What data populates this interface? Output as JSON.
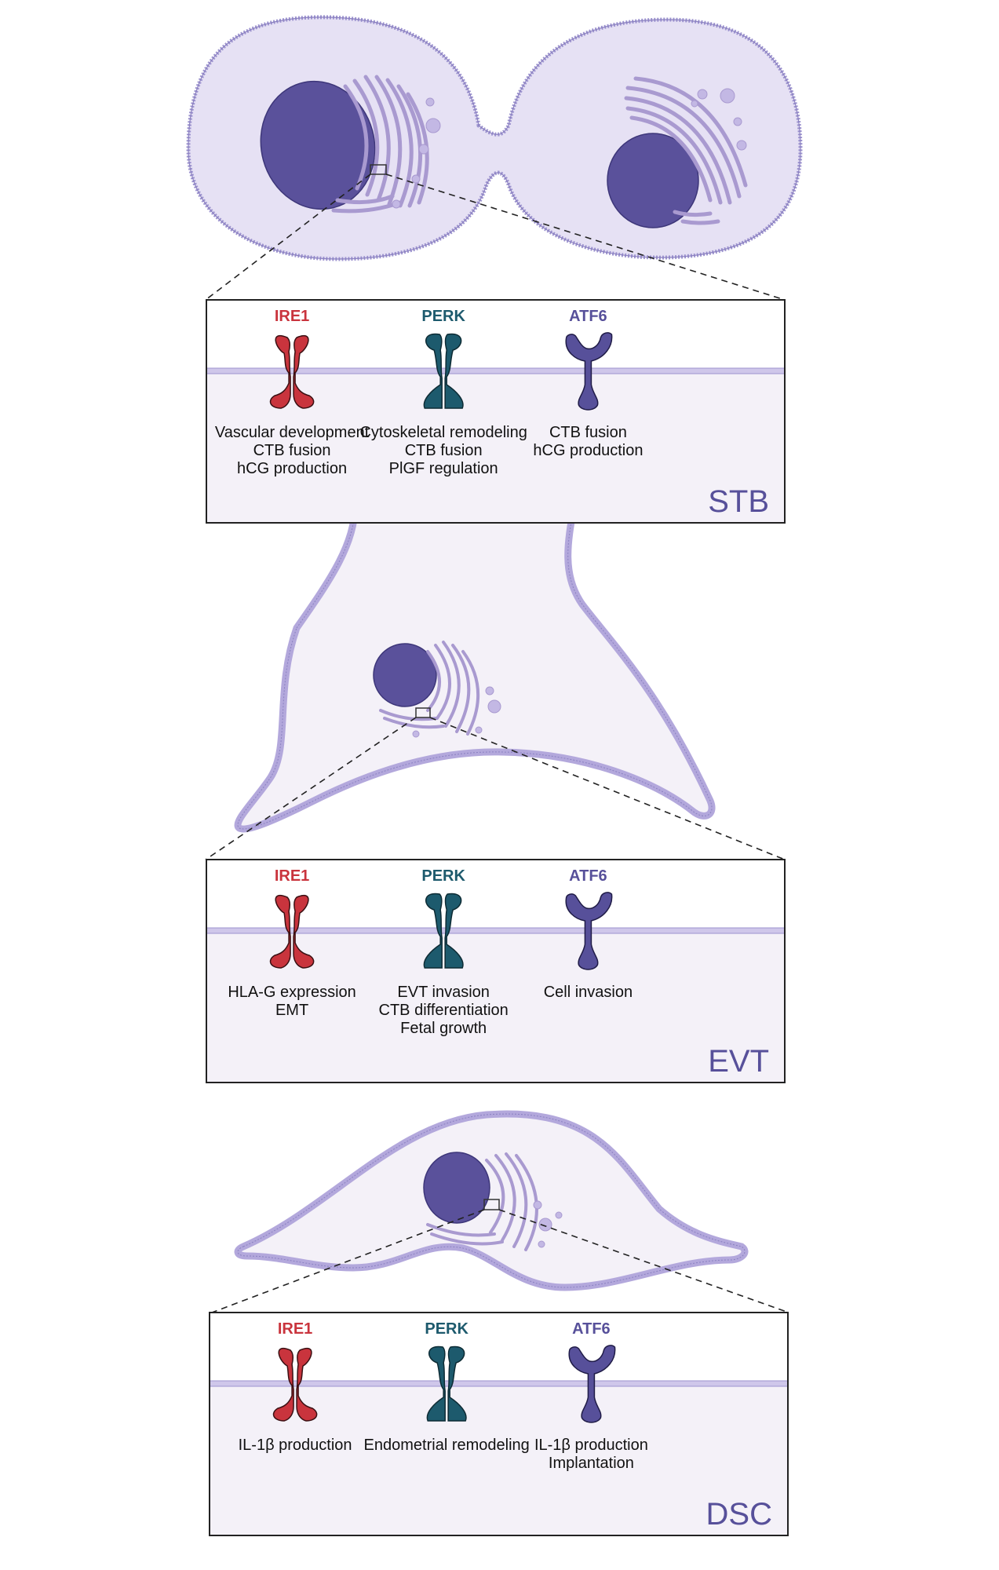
{
  "colors": {
    "ire1": "#c9343d",
    "perk": "#1d5a6d",
    "atf6": "#57509a",
    "nucleus": "#5a519b",
    "cell_fill": "#e6e1f4",
    "cell_fill_light": "#f4f1f8",
    "membrane": "#9d93cf",
    "er": "#a99ad0",
    "panel_top": "#ffffff",
    "panel_bottom": "#f4f1f8",
    "label": "#57509a"
  },
  "icons": [
    "ire1-receptor-icon",
    "perk-receptor-icon",
    "atf6-receptor-icon",
    "cell-illustration",
    "nucleus-icon",
    "endoplasmic-reticulum-icon"
  ],
  "panels": [
    {
      "cell_type": "STB",
      "sensors": [
        {
          "name": "IRE1",
          "functions": [
            "Vascular development",
            "CTB fusion",
            "hCG production"
          ]
        },
        {
          "name": "PERK",
          "functions": [
            "Cytoskeletal remodeling",
            "CTB fusion",
            "PlGF regulation"
          ]
        },
        {
          "name": "ATF6",
          "functions": [
            "CTB fusion",
            "hCG production"
          ]
        }
      ]
    },
    {
      "cell_type": "EVT",
      "sensors": [
        {
          "name": "IRE1",
          "functions": [
            "HLA-G expression",
            "EMT"
          ]
        },
        {
          "name": "PERK",
          "functions": [
            "EVT invasion",
            "CTB differentiation",
            "Fetal growth"
          ]
        },
        {
          "name": "ATF6",
          "functions": [
            "Cell invasion"
          ]
        }
      ]
    },
    {
      "cell_type": "DSC",
      "sensors": [
        {
          "name": "IRE1",
          "functions": [
            "IL-1β production"
          ]
        },
        {
          "name": "PERK",
          "functions": [
            "Endometrial remodeling"
          ]
        },
        {
          "name": "ATF6",
          "functions": [
            "IL-1β production",
            "Implantation"
          ]
        }
      ]
    }
  ]
}
